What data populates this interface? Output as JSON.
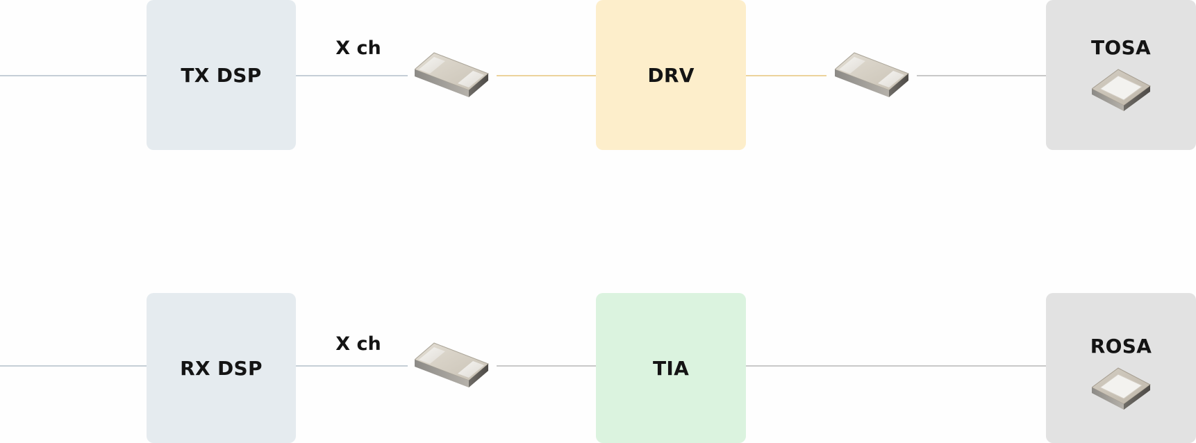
{
  "tx_path": {
    "dsp_label": "TX DSP",
    "channel_label": "X ch",
    "driver_label": "DRV",
    "osa_label": "TOSA"
  },
  "rx_path": {
    "dsp_label": "RX DSP",
    "channel_label": "X ch",
    "amplifier_label": "TIA",
    "osa_label": "ROSA"
  },
  "colors": {
    "dsp_block": "#e5ebef",
    "driver_block": "#fdeecb",
    "amplifier_block": "#dbf3df",
    "osa_block": "#e2e2e2",
    "dsp_link": "#c5ced6",
    "driver_link": "#ecd39b",
    "rx_link": "#c8c8c8"
  }
}
